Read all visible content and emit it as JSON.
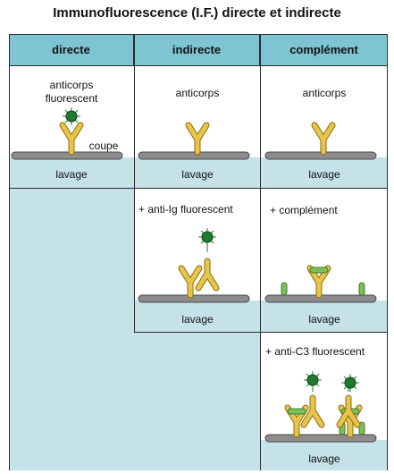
{
  "title": "Immunofluorescence (I.F.) directe et indirecte",
  "columns": [
    {
      "header": "directe",
      "antibody_label": "anticorps\nfluorescent",
      "section_label": "coupe",
      "wash_label": "lavage"
    },
    {
      "header": "indirecte",
      "antibody_label": "anticorps",
      "wash_label": "lavage",
      "step2_label": "+ anti-Ig fluorescent",
      "step2_wash_label": "lavage"
    },
    {
      "header": "complément",
      "antibody_label": "anticorps",
      "wash_label": "lavage",
      "step2_label": "+ complément",
      "step2_wash_label": "lavage",
      "step3_label": "+ anti-C3 fluorescent",
      "step3_wash_label": "lavage"
    }
  ],
  "colors": {
    "header": "#7ec4d2",
    "panel": "#c4e2e8",
    "antibody": "#e8c44a",
    "antibody_outline": "#8a6d10",
    "fluor": "#1f7a2e",
    "complement": "#7fbf5a",
    "slide": "#8c8c8c"
  }
}
